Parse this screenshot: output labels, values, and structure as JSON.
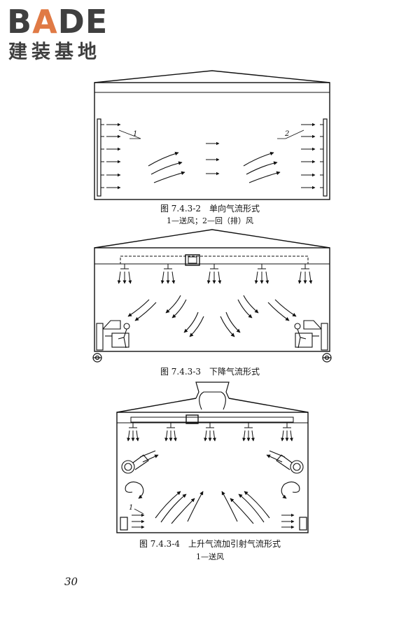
{
  "logo": {
    "b": "B",
    "a": "A",
    "de": "DE",
    "subtitle": "建装基地",
    "accent": "#e07a45"
  },
  "figures": [
    {
      "caption": "图 7.4.3-2　单向气流形式",
      "note": "1—送风；2—回（排）风",
      "labels": [
        "1",
        "2"
      ]
    },
    {
      "caption": "图 7.4.3-3　下降气流形式"
    },
    {
      "caption": "图 7.4.3-4　上升气流加引射气流形式",
      "note": "1—送风",
      "labels": [
        "1"
      ]
    }
  ],
  "page_number": "30"
}
